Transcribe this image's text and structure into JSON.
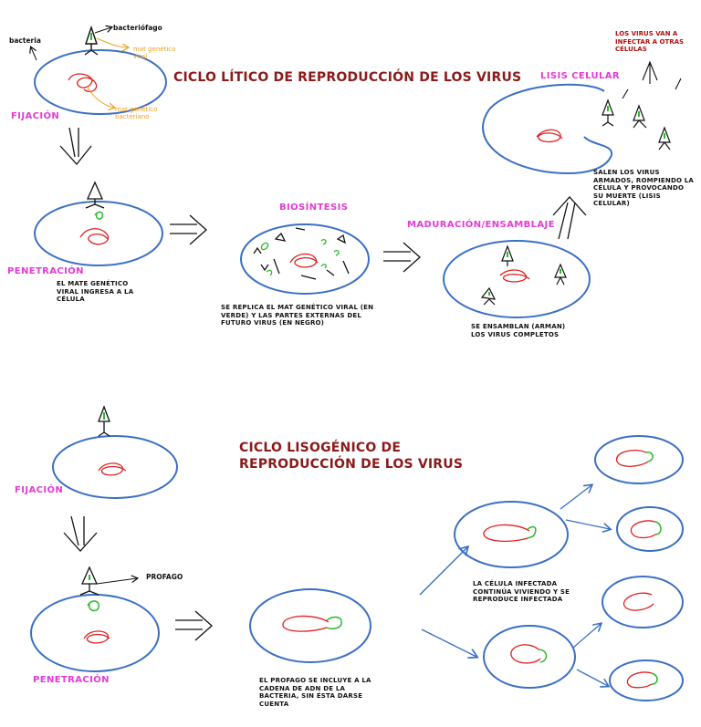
{
  "colors": {
    "cell_outline": "#3b6fc4",
    "dna_red": "#e02020",
    "viral_green": "#2db82d",
    "stage_label": "#e53ad6",
    "title": "#8b1a1a",
    "arrow": "#111111",
    "annotation_orange": "#f0a020"
  },
  "lytic": {
    "title": "CICLO LÍTICO DE REPRODUCCIÓN DE LOS VIRUS",
    "fijacion": {
      "label": "FIJACIÓN",
      "bacteria": "bacteria",
      "bacteriofago": "bacteriófago",
      "mat_viral": "mat genético\nviral",
      "mat_bacteriano": "mat genético\nbacteriano"
    },
    "penetracion": {
      "label": "PENETRACIÓN",
      "note": "EL MATE GENÉTICO\nVIRAL INGRESA A LA\nCÉLULA"
    },
    "biosintesis": {
      "label": "BIOSÍNTESIS",
      "note": "SE REPLICA EL MAT GENÉTICO VIRAL (EN\nVERDE) Y LAS PARTES EXTERNAS DEL\nFUTURO VIRUS (EN NEGRO)"
    },
    "maduracion": {
      "label": "MADURACIÓN/ENSAMBLAJE",
      "note": "SE ENSAMBLAN (ARMAN)\nLOS VIRUS COMPLETOS"
    },
    "lisis": {
      "label": "LISIS CELULAR",
      "note": "SALEN LOS VIRUS\nARMADOS, ROMPIENDO LA\nCÉLULA Y PROVOCANDO\nSU MUERTE (LISIS\nCELULAR)",
      "infect_note": "LOS VIRUS VAN A\nINFECTAR A OTRAS\nCÉLULAS"
    }
  },
  "lysogenic": {
    "title": "CICLO LISOGÉNICO DE\nREPRODUCCIÓN DE LOS VIRUS",
    "fijacion": {
      "label": "FIJACIÓN"
    },
    "penetracion": {
      "label": "PENETRACIÓN",
      "profago": "PROFAGO"
    },
    "profago_note": "EL PROFAGO SE INCLUYE A LA\nCADENA DE ADN DE LA\nBACTERIA, SIN ÉSTA DARSE\nCUENTA",
    "infected_note": "LA CÉLULA INFECTADA\nCONTINÚA VIVIENDO Y SE\nREPRODUCE INFECTADA"
  }
}
